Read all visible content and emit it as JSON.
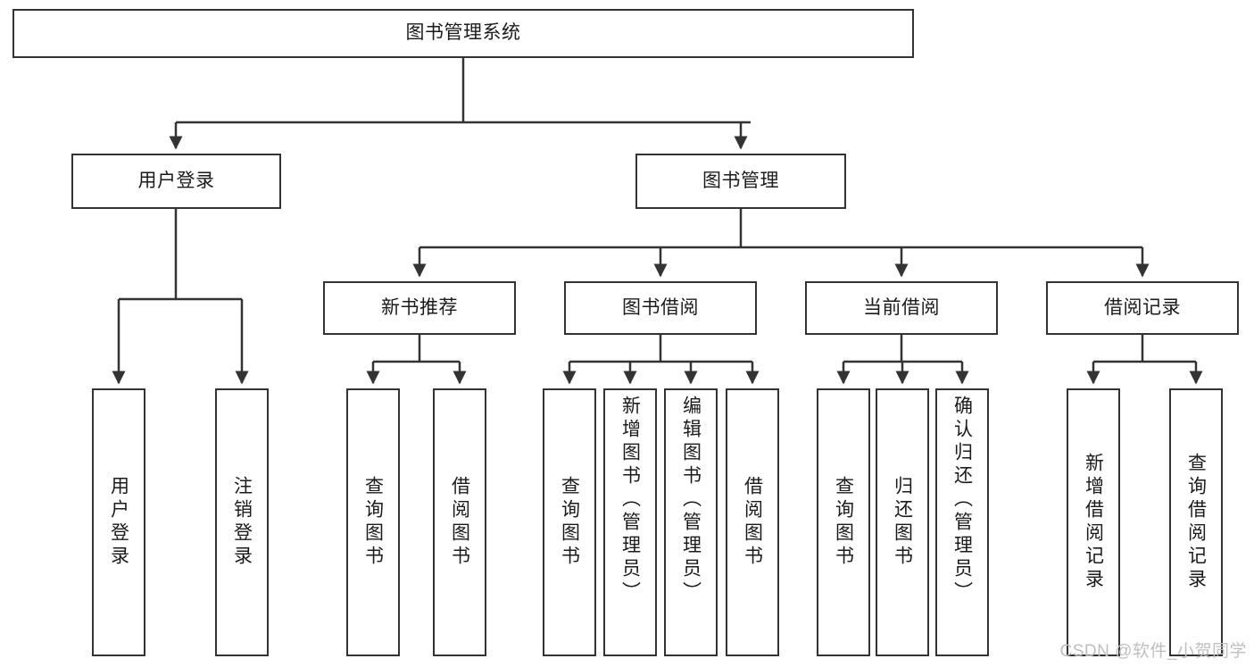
{
  "diagram": {
    "type": "tree-hierarchy",
    "title": "图书管理系统",
    "orientation": "top-down",
    "colors": {
      "box_border": "#333333",
      "box_fill": "#ffffff",
      "connector": "#333333",
      "text": "#1b1b1b",
      "watermark": "#bfbfbf",
      "background": "#ffffff"
    }
  },
  "root": {
    "label": "图书管理系统"
  },
  "level1": [
    {
      "label": "用户登录"
    },
    {
      "label": "图书管理"
    }
  ],
  "level2": [
    {
      "label": "新书推荐"
    },
    {
      "label": "图书借阅"
    },
    {
      "label": "当前借阅"
    },
    {
      "label": "借阅记录"
    }
  ],
  "leaves": {
    "user_login": [
      {
        "label": "用户登录"
      },
      {
        "label": "注销登录"
      }
    ],
    "new_book_recommend": [
      {
        "label": "查询图书"
      },
      {
        "label": "借阅图书"
      }
    ],
    "book_borrow": [
      {
        "label": "查询图书"
      },
      {
        "label": "新增图书（管理员）"
      },
      {
        "label": "编辑图书（管理员）"
      },
      {
        "label": "借阅图书"
      }
    ],
    "current_borrow": [
      {
        "label": "查询图书"
      },
      {
        "label": "归还图书"
      },
      {
        "label": "确认归还（管理员）"
      }
    ],
    "borrow_record": [
      {
        "label": "新增借阅记录"
      },
      {
        "label": "查询借阅记录"
      }
    ]
  },
  "watermark": {
    "text": "CSDN @软件_小贺同学"
  }
}
